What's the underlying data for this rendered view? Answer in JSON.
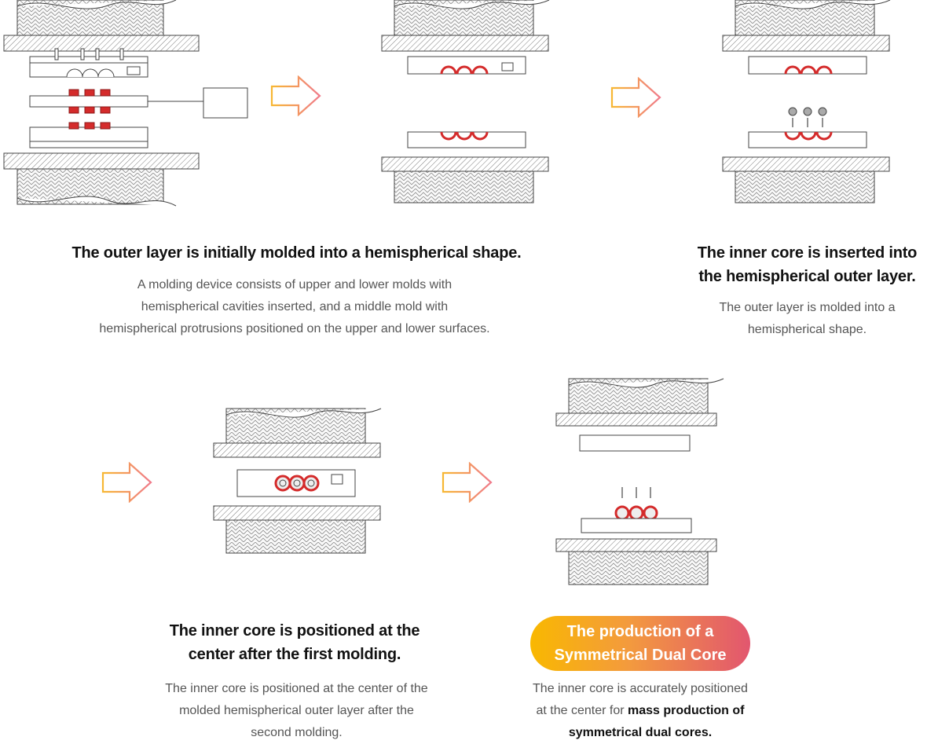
{
  "steps": [
    {
      "title_lines": [
        "The outer layer is initially molded into a hemispherical shape."
      ],
      "desc_lines": [
        "A molding device consists of upper and lower molds with",
        "hemispherical cavities inserted, and a middle mold with",
        "hemispherical protrusions positioned on the upper and lower surfaces."
      ]
    },
    {
      "title_lines": [
        "The inner core is inserted into",
        "the hemispherical outer layer."
      ],
      "desc_lines": [
        "The outer layer is molded into a",
        "hemispherical shape."
      ]
    },
    {
      "title_lines": [
        "The inner core is positioned at the",
        "center after the first molding."
      ],
      "desc_lines": [
        "The inner core is positioned at the center of the",
        "molded hemispherical outer layer after the",
        "second molding."
      ]
    },
    {
      "title_lines": [
        "The production of a",
        "Symmetrical Dual Core"
      ],
      "desc_lines": [
        "The inner core is accurately positioned",
        "at the center for "
      ],
      "desc_bold": [
        "mass production of",
        "symmetrical dual cores."
      ]
    }
  ],
  "colors": {
    "accent_red": "#d42b2b",
    "arrow_start": "#f7b733",
    "arrow_end": "#f07a8a",
    "pill_gradient": [
      "#f9b800",
      "#f39a3e",
      "#e2566f"
    ]
  },
  "icons": [
    "hollow-gradient-arrow",
    "mold-diagram",
    "down-arrow",
    "up-arrow"
  ]
}
